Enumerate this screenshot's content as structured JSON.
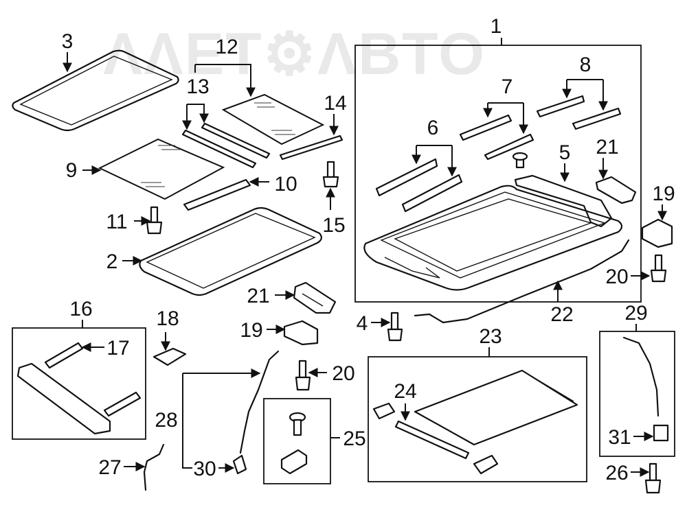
{
  "watermark": "ΛΛΕΤ⚙ΛΒΤΟ",
  "callouts": [
    {
      "id": "c1",
      "label": "1"
    },
    {
      "id": "c2",
      "label": "2"
    },
    {
      "id": "c3",
      "label": "3"
    },
    {
      "id": "c4",
      "label": "4"
    },
    {
      "id": "c5",
      "label": "5"
    },
    {
      "id": "c6",
      "label": "6"
    },
    {
      "id": "c7",
      "label": "7"
    },
    {
      "id": "c8",
      "label": "8"
    },
    {
      "id": "c9",
      "label": "9"
    },
    {
      "id": "c10",
      "label": "10"
    },
    {
      "id": "c11",
      "label": "11"
    },
    {
      "id": "c12",
      "label": "12"
    },
    {
      "id": "c13",
      "label": "13"
    },
    {
      "id": "c14",
      "label": "14"
    },
    {
      "id": "c15",
      "label": "15"
    },
    {
      "id": "c16",
      "label": "16"
    },
    {
      "id": "c17",
      "label": "17"
    },
    {
      "id": "c18",
      "label": "18"
    },
    {
      "id": "c19a",
      "label": "19"
    },
    {
      "id": "c19b",
      "label": "19"
    },
    {
      "id": "c20a",
      "label": "20"
    },
    {
      "id": "c20b",
      "label": "20"
    },
    {
      "id": "c21a",
      "label": "21"
    },
    {
      "id": "c21b",
      "label": "21"
    },
    {
      "id": "c22",
      "label": "22"
    },
    {
      "id": "c23",
      "label": "23"
    },
    {
      "id": "c24",
      "label": "24"
    },
    {
      "id": "c25",
      "label": "25"
    },
    {
      "id": "c26",
      "label": "26"
    },
    {
      "id": "c27",
      "label": "27"
    },
    {
      "id": "c28",
      "label": "28"
    },
    {
      "id": "c29",
      "label": "29"
    },
    {
      "id": "c30",
      "label": "30"
    },
    {
      "id": "c31",
      "label": "31"
    }
  ]
}
